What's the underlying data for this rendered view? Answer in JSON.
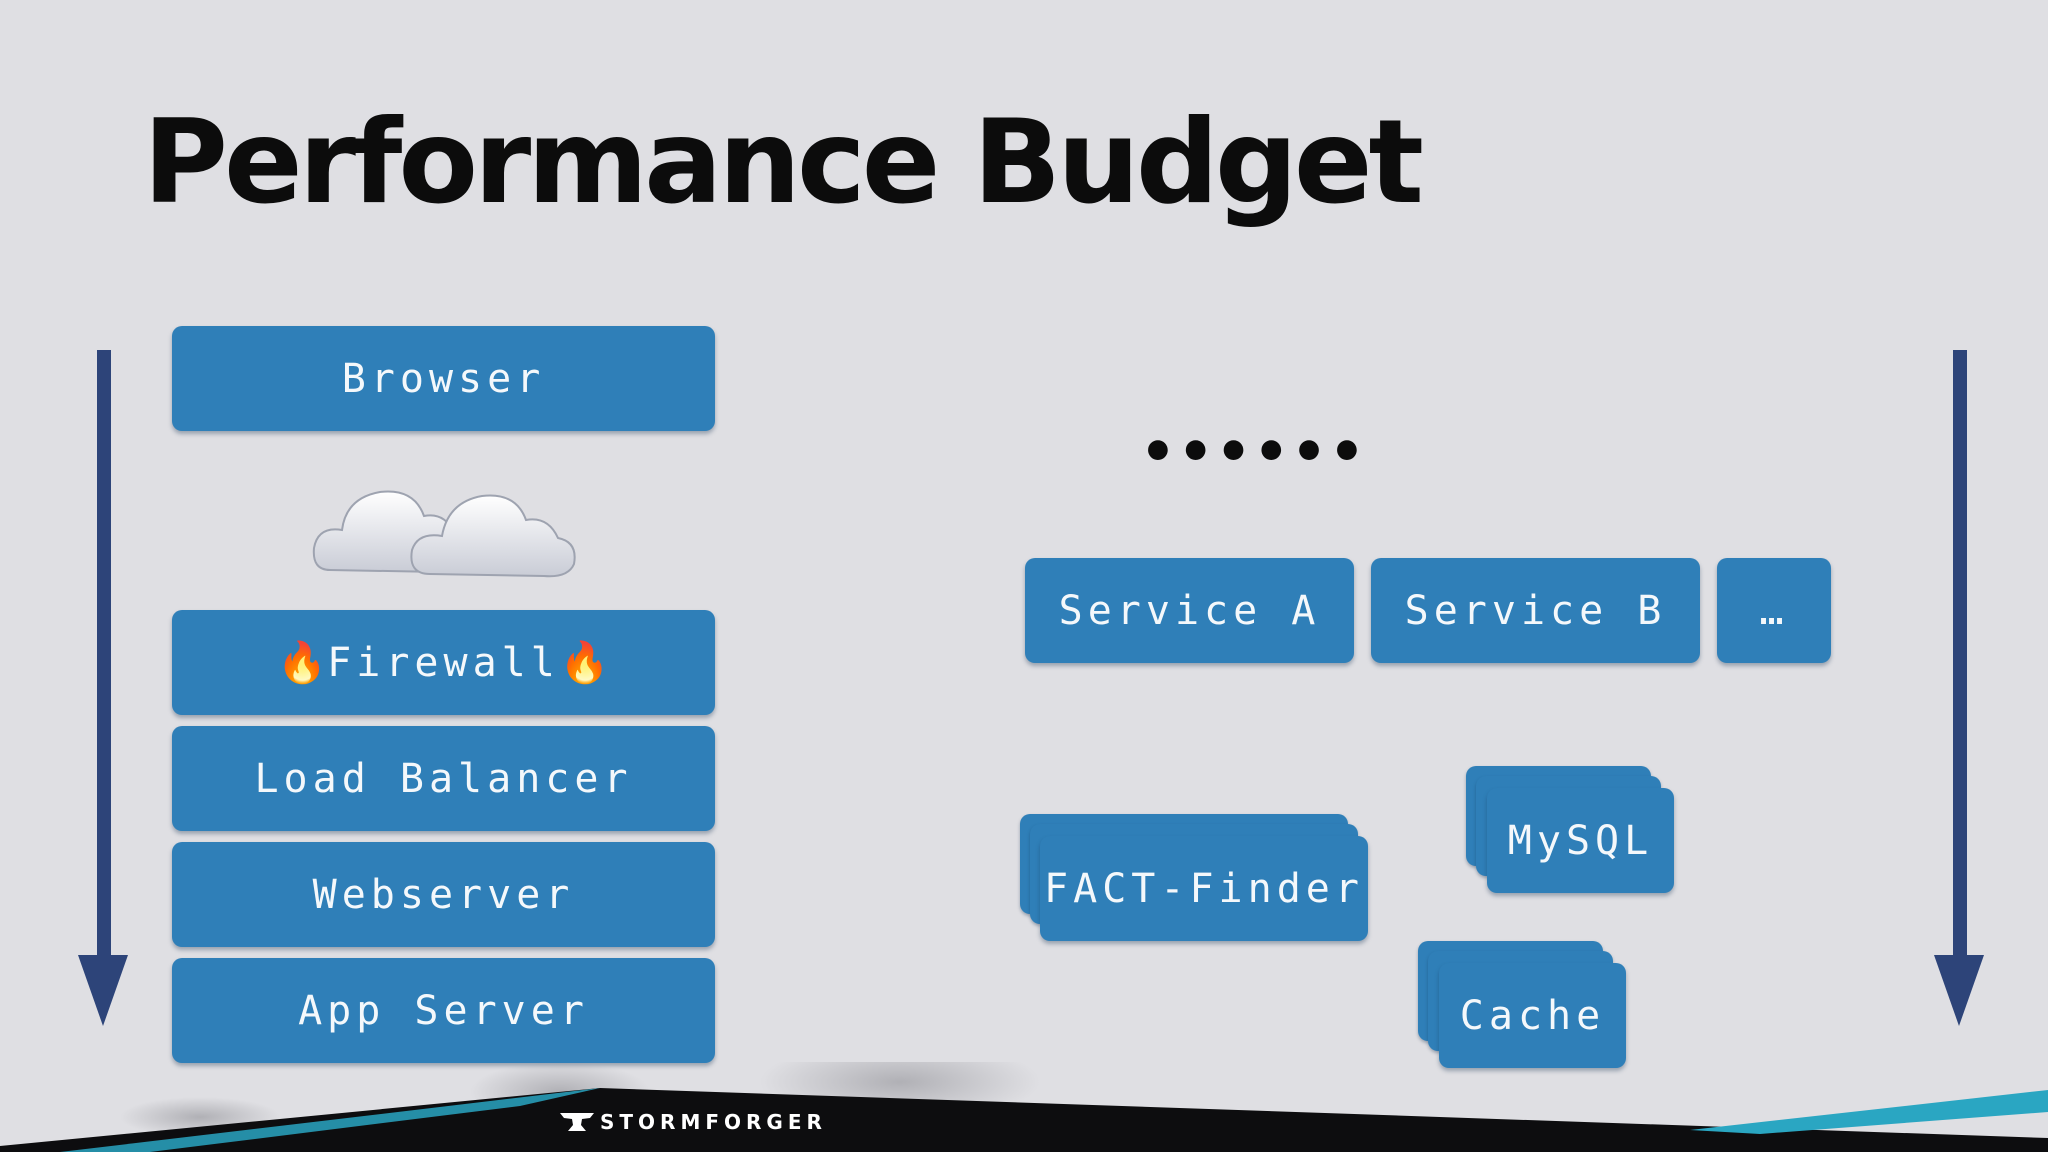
{
  "slide": {
    "title": "Performance Budget",
    "ellipsis_dots": "••••••"
  },
  "stack": {
    "browser": "Browser",
    "firewall": "Firewall",
    "firewall_icon": "fire-emoji",
    "load_balancer": "Load Balancer",
    "webserver": "Webserver",
    "app_server": "App Server",
    "cloud_icon": "cloud-emoji"
  },
  "services": {
    "service_a": "Service A",
    "service_b": "Service B",
    "more": "…"
  },
  "backends": {
    "fact_finder": "FACT-Finder",
    "mysql": "MySQL",
    "cache": "Cache"
  },
  "footer": {
    "brand": "STORMFORGER"
  },
  "colors": {
    "background": "#dfdfe3",
    "box": "#2f7fb8",
    "arrow": "#2d4479",
    "footer_dark": "#0d0d0f",
    "footer_accent": "#2aa6c2"
  }
}
